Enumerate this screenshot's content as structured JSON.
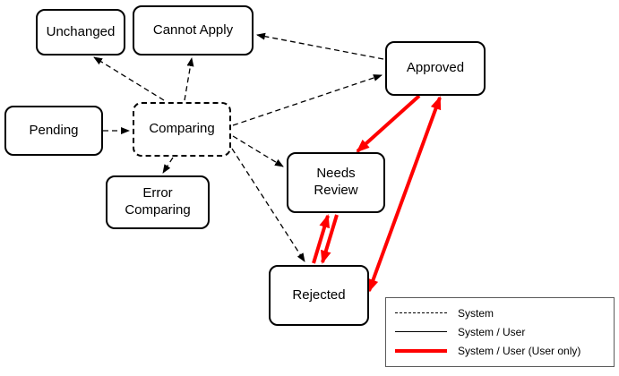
{
  "diagram": {
    "title": "",
    "nodes": {
      "unchanged": {
        "label": "Unchanged"
      },
      "cannot_apply": {
        "label": "Cannot Apply"
      },
      "approved": {
        "label": "Approved"
      },
      "pending": {
        "label": "Pending"
      },
      "comparing": {
        "label": "Comparing"
      },
      "needs_review": {
        "label": "Needs Review"
      },
      "error_comparing": {
        "label": "Error Comparing"
      },
      "rejected": {
        "label": "Rejected"
      }
    },
    "edges": [
      {
        "from": "Pending",
        "to": "Comparing",
        "type": "System"
      },
      {
        "from": "Comparing",
        "to": "Unchanged",
        "type": "System"
      },
      {
        "from": "Comparing",
        "to": "Cannot Apply",
        "type": "System"
      },
      {
        "from": "Comparing",
        "to": "Error Comparing",
        "type": "System"
      },
      {
        "from": "Comparing",
        "to": "Approved",
        "type": "System"
      },
      {
        "from": "Approved",
        "to": "Cannot Apply",
        "type": "System"
      },
      {
        "from": "Comparing",
        "to": "Needs Review",
        "type": "System"
      },
      {
        "from": "Comparing",
        "to": "Rejected",
        "type": "System"
      },
      {
        "from": "Approved",
        "to": "Needs Review",
        "type": "System / User (User only)"
      },
      {
        "from": "Needs Review",
        "to": "Rejected",
        "type": "System / User (User only)"
      },
      {
        "from": "Rejected",
        "to": "Needs Review",
        "type": "System / User (User only)"
      },
      {
        "from": "Rejected",
        "to": "Approved",
        "type": "System / User (User only)",
        "bidirectional": true
      }
    ],
    "legend": {
      "items": [
        {
          "style": "dashed",
          "label": "System"
        },
        {
          "style": "solid",
          "label": "System / User"
        },
        {
          "style": "red-thick",
          "label": "System / User (User only)"
        }
      ]
    },
    "colors": {
      "edge_system": "#000000",
      "edge_user_only": "#ff0000",
      "node_border": "#000000",
      "background": "#ffffff"
    }
  }
}
